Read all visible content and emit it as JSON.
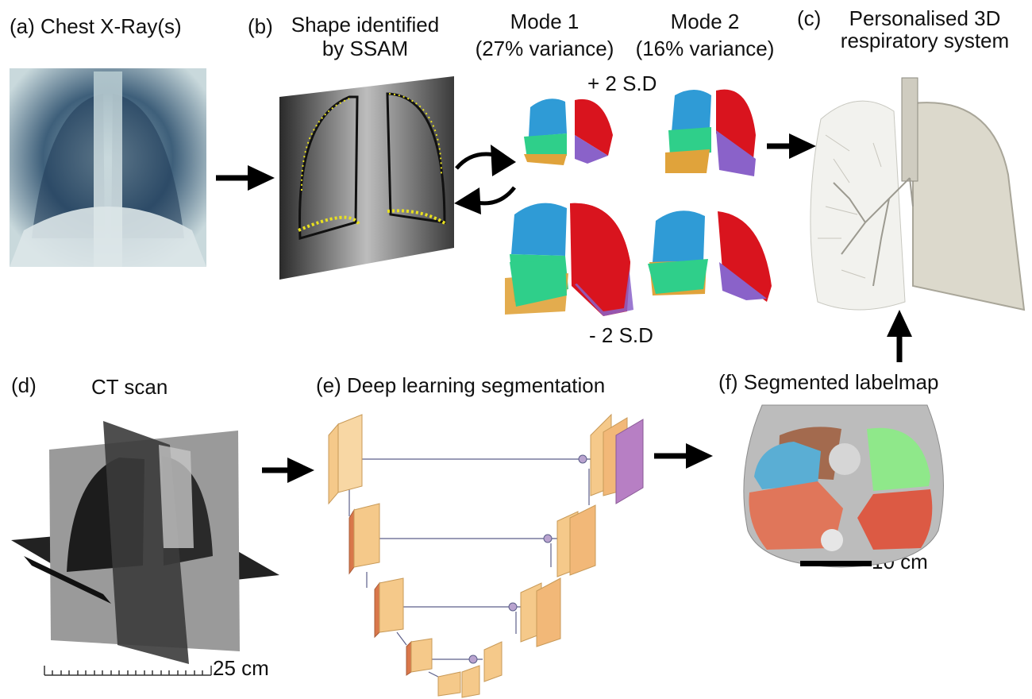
{
  "panel_a": {
    "title": "(a) Chest X-Ray(s)"
  },
  "panel_b": {
    "title_line1": "Shape identified",
    "title_line2": "by SSAM",
    "prefix": "(b)"
  },
  "modes": {
    "mode1_line1": "Mode 1",
    "mode1_line2": "(27% variance)",
    "mode2_line1": "Mode 2",
    "mode2_line2": "(16% variance)",
    "plus_sd": "+ 2 S.D",
    "minus_sd": "- 2 S.D"
  },
  "panel_c": {
    "prefix": "(c)",
    "title_line1": "Personalised 3D",
    "title_line2": "respiratory system"
  },
  "panel_d": {
    "prefix": "(d)",
    "title": "CT scan",
    "scale": "25 cm"
  },
  "panel_e": {
    "title": "(e)  Deep learning segmentation"
  },
  "panel_f": {
    "title": "(f) Segmented labelmap",
    "scale": "10 cm"
  },
  "colors": {
    "lobe_blue": "#2f9bd6",
    "lobe_red": "#d9141e",
    "lobe_green": "#2fcf8a",
    "lobe_orange": "#e0a33b",
    "lobe_purple": "#8a62c9",
    "seg_green": "#8fe88a",
    "seg_brown": "#a36a4e",
    "seg_blue": "#5aaed4",
    "seg_orange": "#e0765a",
    "seg_red": "#dc5a44",
    "unet_orange": "#f5c98a",
    "unet_dark": "#d9774a",
    "unet_purple": "#b77fc4"
  }
}
